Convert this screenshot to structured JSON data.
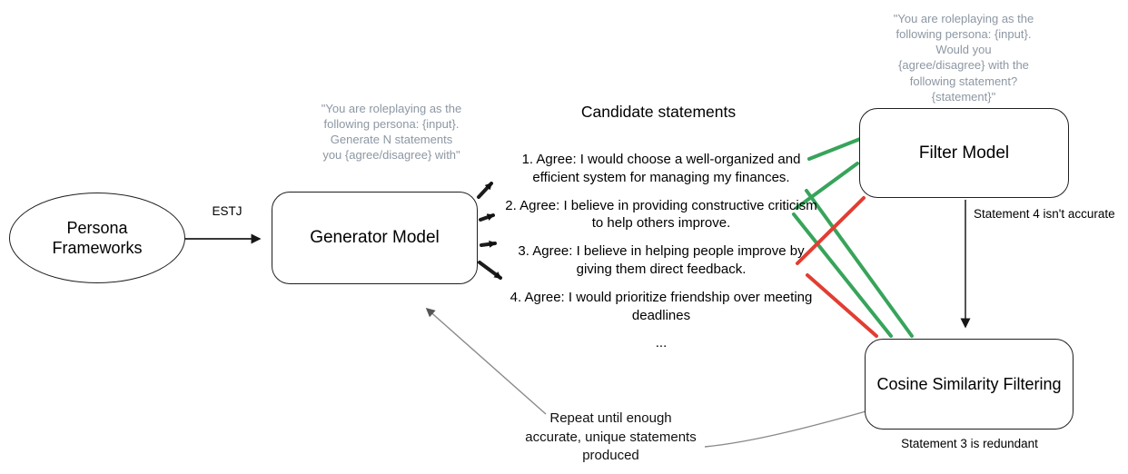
{
  "diagram": {
    "persona": {
      "label": "Persona Frameworks"
    },
    "estj_label": "ESTJ",
    "generator": {
      "label": "Generator Model",
      "prompt": "\"You are roleplaying as the\nfollowing persona: {input}.\nGenerate N statements\nyou {agree/disagree} with\""
    },
    "filter": {
      "label": "Filter Model",
      "prompt": "\"You are roleplaying as the\nfollowing persona: {input}.\nWould you\n{agree/disagree} with the\nfollowing statement?\n{statement}\"",
      "note": "Statement 4 isn't accurate"
    },
    "cosine": {
      "label": "Cosine Similarity Filtering",
      "note": "Statement 3 is redundant"
    },
    "candidates": {
      "title": "Candidate statements",
      "items": [
        "1. Agree: I would choose a well-organized and efficient system for managing my finances.",
        "2. Agree: I believe in providing constructive criticism to help others improve.",
        "3. Agree: I believe in helping people improve by giving them direct feedback.",
        "4. Agree: I would prioritize friendship over meeting deadlines"
      ],
      "ellipsis": "..."
    },
    "repeat_note": "Repeat until enough\naccurate, unique statements\nproduced",
    "colors": {
      "pass_green": "#37a45a",
      "fail_red": "#e23d32",
      "muted_prompt_text": "#8d97a3",
      "node_stroke": "#1f1f1f",
      "arrow_black": "#1c1c1c",
      "connector_gray": "#8a8a8a"
    }
  }
}
